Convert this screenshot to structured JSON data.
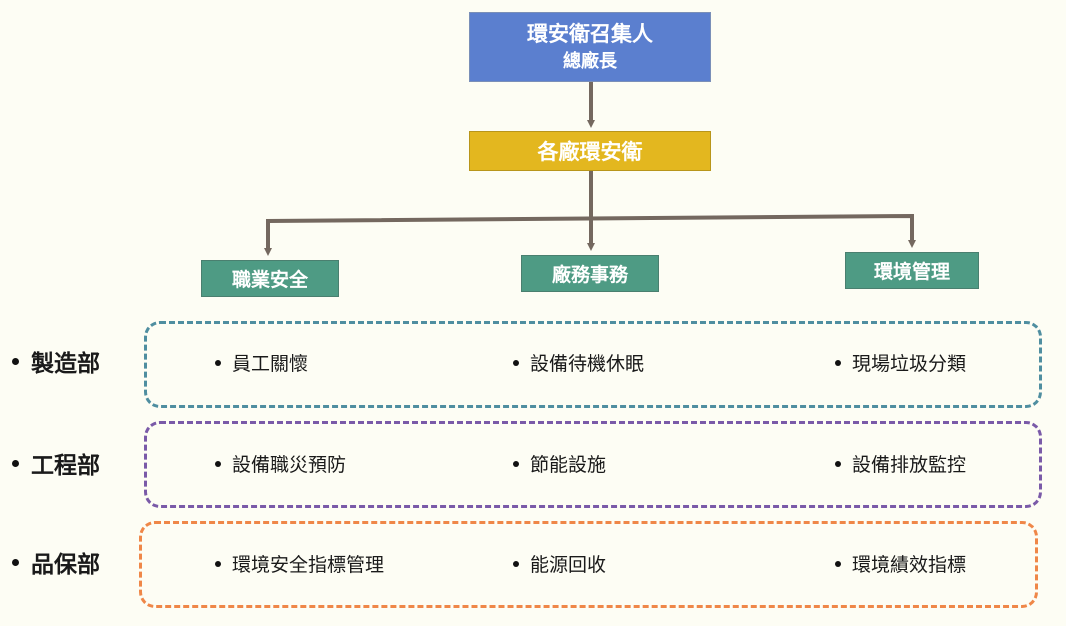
{
  "chart": {
    "root": {
      "title": "環安衛召集人",
      "subtitle": "總廠長"
    },
    "middle": {
      "label": "各廠環安衛"
    },
    "branches": [
      "職業安全",
      "廠務事務",
      "環境管理"
    ]
  },
  "departments": [
    {
      "name": "製造部",
      "items": [
        "員工關懷",
        "設備待機休眠",
        "現場垃圾分類"
      ]
    },
    {
      "name": "工程部",
      "items": [
        "設備職災預防",
        "節能設施",
        "設備排放監控"
      ]
    },
    {
      "name": "品保部",
      "items": [
        "環境安全指標管理",
        "能源回收",
        "環境績效指標"
      ]
    }
  ],
  "colors": {
    "root": "#5b7fcf",
    "middle": "#e3b71f",
    "branch": "#4e9b84",
    "connector": "#74685f",
    "dept_border_1": "#4f8ea0",
    "dept_border_2": "#7a5aa8",
    "dept_border_3": "#ef8748"
  }
}
